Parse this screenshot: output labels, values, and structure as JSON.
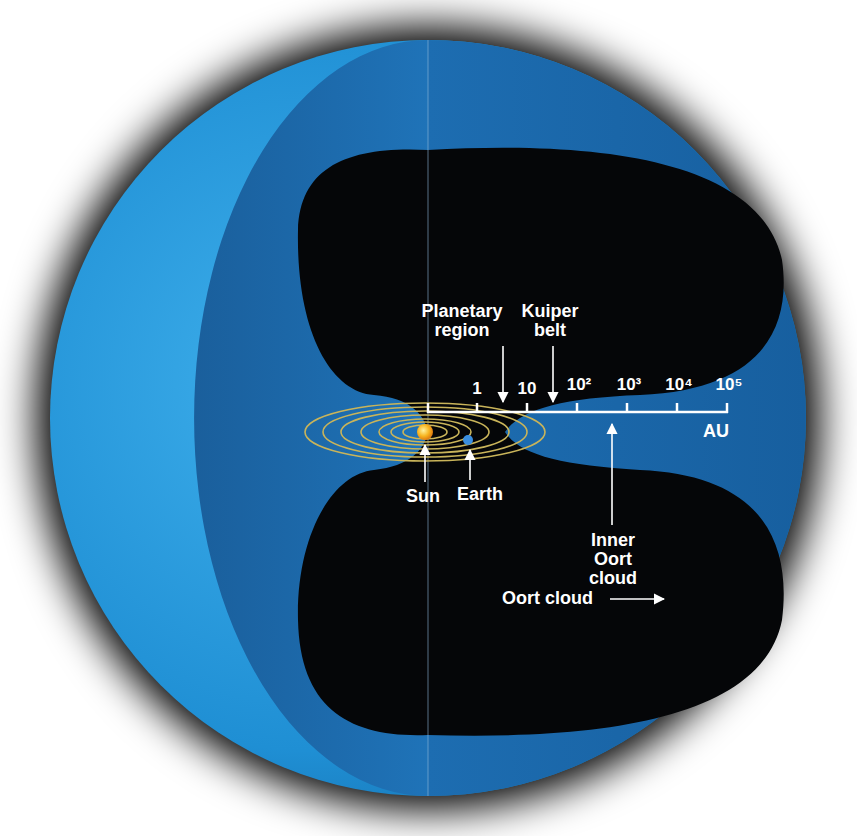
{
  "diagram": {
    "labels": [
      "Planetary region",
      "Kuiper belt",
      "1",
      "10",
      "10²",
      "10³",
      "10⁴",
      "10⁵",
      "AU",
      "Sun",
      "Earth",
      "Inner Oort cloud",
      "Oort cloud"
    ]
  }
}
